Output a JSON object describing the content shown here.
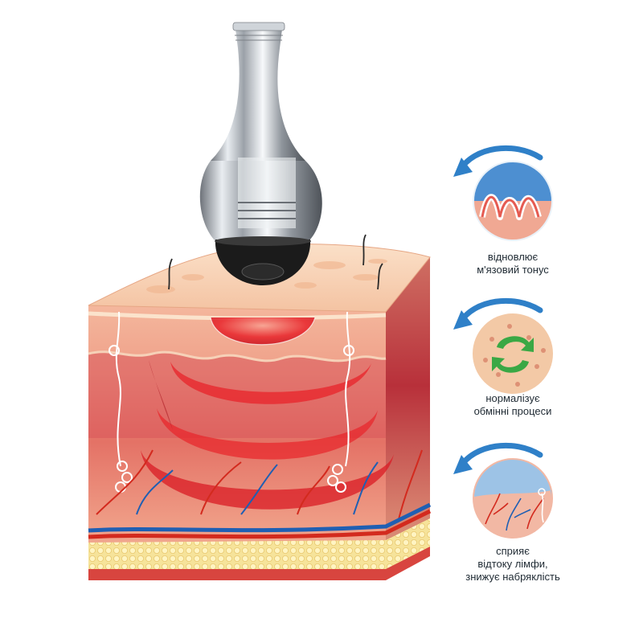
{
  "benefits": [
    {
      "icon": "muscle-tone-icon",
      "lines": [
        "відновлює",
        "м'язовий тонус"
      ]
    },
    {
      "icon": "metabolism-cycle-icon",
      "lines": [
        "нормалізує",
        "обмінні процеси"
      ]
    },
    {
      "icon": "lymph-drainage-icon",
      "lines": [
        "сприяє",
        "відтоку лімфи,",
        "знижує набряклість"
      ]
    }
  ],
  "colors": {
    "arrow": "#2f80c8",
    "skin_surface": "#f6c9a8",
    "epidermis": "#f3a68d",
    "dermis": "#e0685c",
    "heat_wave": "#e8232a",
    "fat": "#f6e08a",
    "artery": "#d32a1e",
    "vein": "#1f5fb3",
    "device_metal": "#c9ced4",
    "device_tip": "#1b1b1b"
  }
}
